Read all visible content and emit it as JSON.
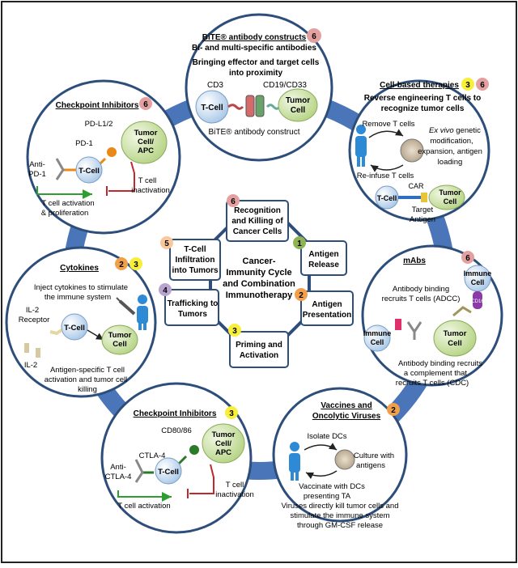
{
  "center": {
    "line1": "Cancer-",
    "line2": "Immunity Cycle",
    "line3": "and Combination",
    "line4": "Immunotherapy"
  },
  "steps": [
    {
      "num": "1",
      "line1": "Antigen",
      "line2": "Release",
      "color": "#8fb255"
    },
    {
      "num": "2",
      "line1": "Antigen",
      "line2": "Presentation",
      "color": "#f0a04b"
    },
    {
      "num": "3",
      "line1": "Priming and",
      "line2": "Activation",
      "color": "#f7ef3a"
    },
    {
      "num": "4",
      "line1": "Trafficking to",
      "line2": "Tumors",
      "color": "#b9a3cf"
    },
    {
      "num": "5",
      "line1": "T-Cell",
      "line2": "Infiltration",
      "line3": "into Tumors",
      "color": "#f8c89a"
    },
    {
      "num": "6",
      "line1": "Recognition",
      "line2": "and Killing of",
      "line3": "Cancer Cells",
      "color": "#e4a0a0"
    }
  ],
  "bite": {
    "title1": "BiTE® antibody constructs",
    "title2": "Bi- and multi-specific antibodies",
    "badge": "6",
    "desc1": "Bringing effector and target cells",
    "desc2": "into proximity",
    "cd3": "CD3",
    "cd19": "CD19/CD33",
    "tcell": "T-Cell",
    "tumor1": "Tumor",
    "tumor2": "Cell",
    "caption": "BiTE® antibody construct"
  },
  "cellbased": {
    "title": "Cell-based therapies",
    "badge1": "3",
    "badge2": "6",
    "desc1": "Reverse engineering T cells to",
    "desc2": "recognize tumor cells",
    "remove": "Remove T cells",
    "exvivo1": "Ex vivo",
    "exvivo1b": " genetic",
    "exvivo2": "modification,",
    "exvivo3": "expansion, antigen",
    "exvivo4": "loading",
    "reinfuse": "Re-infuse T cells",
    "car": "CAR",
    "tcell": "T-Cell",
    "tumor1": "Tumor",
    "tumor2": "Cell",
    "target1": "Target",
    "target2": "Antigen"
  },
  "mabs": {
    "title": "mAbs",
    "badge": "6",
    "immune1": "Immune",
    "immune2": "Cell",
    "adcc1": "Antibody binding",
    "adcc2": "recruits T cells (ADCC)",
    "cd16": "CD16",
    "tumor1": "Tumor",
    "tumor2": "Cell",
    "cdc1": "Antibody binding recruits",
    "cdc2": "a complement that",
    "cdc3": "recruits T cells (CDC)"
  },
  "vaccines": {
    "title1": "Vaccines and",
    "title2": "Oncolytic Viruses",
    "badge": "2",
    "isolate": "Isolate DCs",
    "culture1": "Culture with",
    "culture2": "antigens",
    "vacc1": "Vaccinate with DCs",
    "vacc2": "presenting TA",
    "desc1": "Viruses directly kill tumor cells and",
    "desc2": "stimulate the immune system",
    "desc3": "through GM-CSF release"
  },
  "cp_bottom": {
    "title": "Checkpoint Inhibitors",
    "badge": "3",
    "cd80": "CD80/86",
    "ctla4": "CTLA-4",
    "anti1": "Anti-",
    "anti2": "CTLA-4",
    "tcell": "T-Cell",
    "tumor1": "Tumor",
    "tumor2": "Cell/",
    "tumor3": "APC",
    "inact1": "T cell",
    "inact2": "inactivation",
    "activation": "T cell activation"
  },
  "cytokines": {
    "title": "Cytokines",
    "badge1": "2",
    "badge2": "3",
    "desc1": "Inject cytokines to stimulate",
    "desc2": "the immune system",
    "receptor1": "IL-2",
    "receptor2": "Receptor",
    "il2": "IL-2",
    "tcell": "T-Cell",
    "tumor1": "Tumor",
    "tumor2": "Cell",
    "kill1": "Antigen-specific T cell",
    "kill2": "activation and tumor cell",
    "kill3": "killing"
  },
  "cp_top": {
    "title": "Checkpoint Inhibitors",
    "badge": "6",
    "pdl1": "PD-L1/2",
    "pd1": "PD-1",
    "anti1": "Anti-",
    "anti2": "PD-1",
    "tcell": "T-Cell",
    "tumor1": "Tumor",
    "tumor2": "Cell/",
    "tumor3": "APC",
    "inact1": "T cell",
    "inact2": "inactivation",
    "act1": "T cell activation",
    "act2": "& proliferation"
  },
  "colors": {
    "ring": "#4a76b9",
    "tcell": "#c8dcf0",
    "tumor": "#cfe3a6",
    "badge_red": "#e4a0a0",
    "badge_yellow": "#f7ef3a",
    "badge_orange": "#f0a04b",
    "activation": "#2e9e2e",
    "inactivation": "#c0282e"
  }
}
